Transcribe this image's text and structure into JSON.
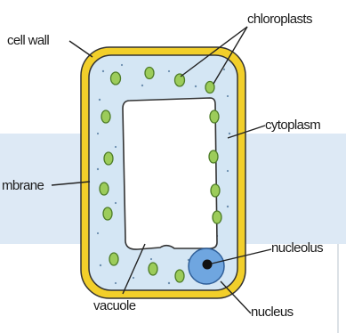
{
  "labels": {
    "cell_wall": "cell wall",
    "chloroplasts": "chloroplasts",
    "cytoplasm": "cytoplasm",
    "membrane": "mbrane",
    "nucleolus": "nucleolus",
    "vacuole": "vacuole",
    "nucleus": "nucleus"
  },
  "colors": {
    "background_band": "#dde9f5",
    "cell_wall": "#f2cf2a",
    "cytoplasm": "#d4e6f4",
    "vacuole": "#ffffff",
    "chloroplast_fill": "#9ccc5a",
    "chloroplast_stroke": "#4e7d28",
    "nucleus": "#6fa6e0",
    "nucleolus": "#111111",
    "outline": "#333333",
    "leader_line": "#222222"
  }
}
